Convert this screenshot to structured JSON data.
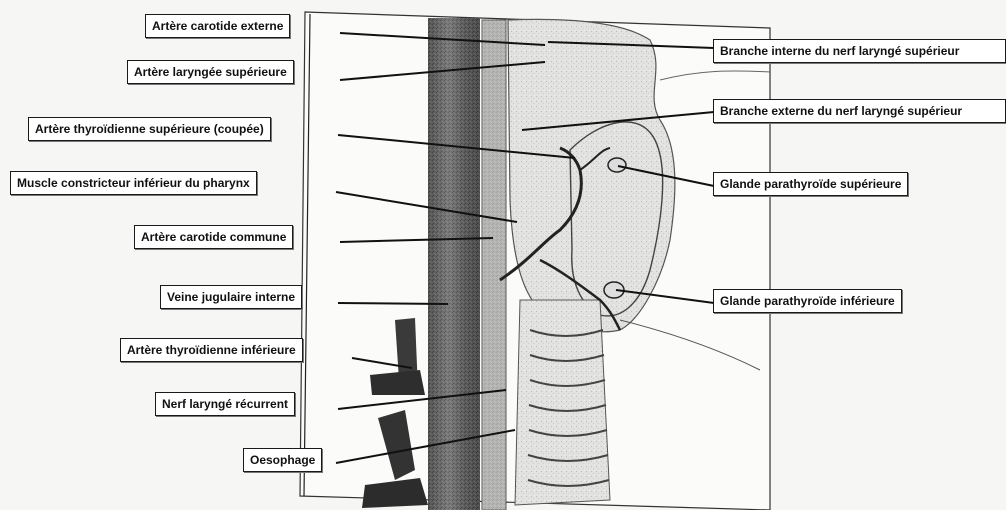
{
  "diagram": {
    "labels_left": [
      "Artère carotide externe",
      "Artère laryngée supérieure",
      "Artère thyroïdienne supérieure (coupée)",
      "Muscle constricteur inférieur du pharynx",
      "Artère carotide commune",
      "Veine jugulaire interne",
      "Artère thyroïdienne inférieure",
      "Nerf laryngé récurrent",
      "Oesophage"
    ],
    "labels_right": [
      "Branche interne du nerf laryngé supérieur",
      "Branche externe du nerf laryngé supérieur",
      "Glande parathyroïde supérieure",
      "Glande parathyroïde inférieure"
    ],
    "colors": {
      "paper": "#f6f6f4",
      "ink": "#111111",
      "vein": "#4a4a4a"
    }
  }
}
